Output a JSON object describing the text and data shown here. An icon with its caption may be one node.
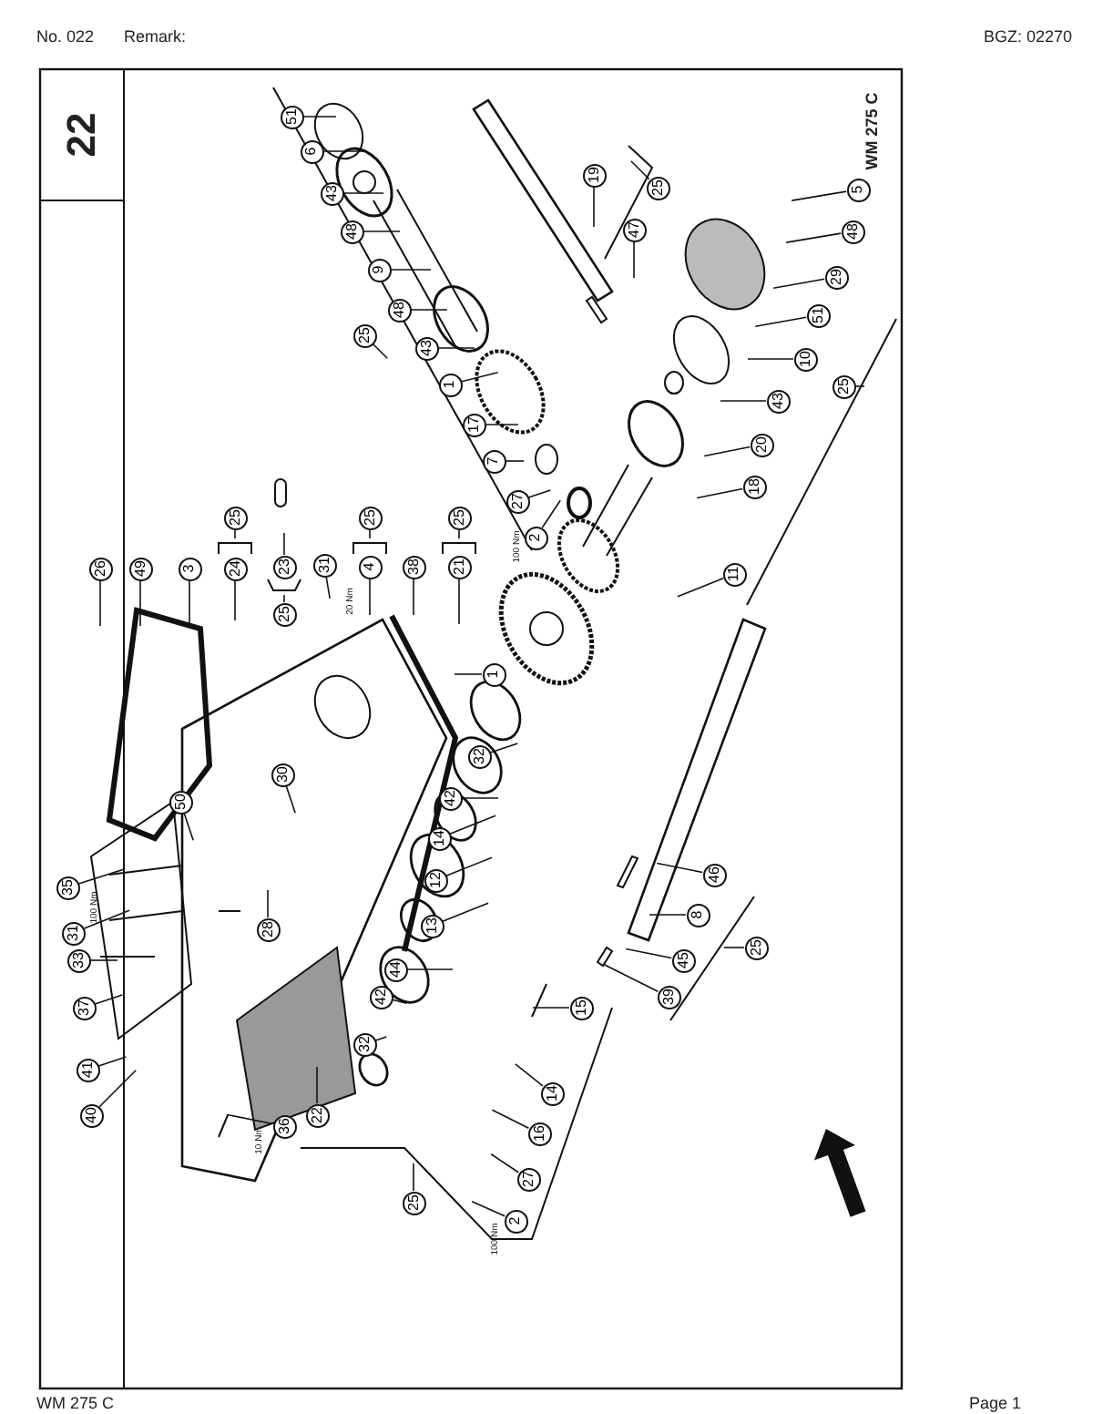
{
  "diagram": {
    "nodes": [
      {
        "text": [
          "51"
        ]
      },
      {
        "text": [
          "6"
        ]
      },
      {
        "text": [
          "43"
        ]
      },
      {
        "text": [
          "48"
        ]
      },
      {
        "text": [
          "9"
        ]
      },
      {
        "text": [
          "48"
        ]
      },
      {
        "text": [
          "25"
        ]
      },
      {
        "text": [
          "43"
        ]
      },
      {
        "text": [
          "1"
        ]
      },
      {
        "text": [
          "17"
        ]
      },
      {
        "text": [
          "7"
        ]
      },
      {
        "text": [
          "27"
        ]
      },
      {
        "text": [
          "2"
        ]
      },
      {
        "text": [
          "19"
        ]
      },
      {
        "text": [
          "25"
        ]
      },
      {
        "text": [
          "47"
        ]
      },
      {
        "text": [
          "5"
        ]
      },
      {
        "text": [
          "48"
        ]
      },
      {
        "text": [
          "29"
        ]
      },
      {
        "text": [
          "51"
        ]
      },
      {
        "text": [
          "10"
        ]
      },
      {
        "text": [
          "25"
        ]
      },
      {
        "text": [
          "43"
        ]
      },
      {
        "text": [
          "20"
        ]
      },
      {
        "text": [
          "18"
        ]
      },
      {
        "text": [
          "11"
        ]
      },
      {
        "text": [
          "26"
        ]
      },
      {
        "text": [
          "49"
        ]
      },
      {
        "text": [
          "3"
        ]
      },
      {
        "text": [
          "24"
        ]
      },
      {
        "text": [
          "25"
        ]
      },
      {
        "text": [
          "23"
        ]
      },
      {
        "text": [
          "25"
        ]
      },
      {
        "text": [
          "31"
        ]
      },
      {
        "text": [
          "25"
        ]
      },
      {
        "text": [
          "4"
        ]
      },
      {
        "text": [
          "38"
        ]
      },
      {
        "text": [
          "25"
        ]
      },
      {
        "text": [
          "21"
        ]
      },
      {
        "text": [
          "1"
        ]
      },
      {
        "text": [
          "32"
        ]
      },
      {
        "text": [
          "42"
        ]
      },
      {
        "text": [
          "14"
        ]
      },
      {
        "text": [
          "12"
        ]
      },
      {
        "text": [
          "13"
        ]
      },
      {
        "text": [
          "44"
        ]
      },
      {
        "text": [
          "42"
        ]
      },
      {
        "text": [
          "32"
        ]
      },
      {
        "text": [
          "22"
        ]
      },
      {
        "text": [
          "36"
        ]
      },
      {
        "text": [
          "30"
        ]
      },
      {
        "text": [
          "50"
        ]
      },
      {
        "text": [
          "35"
        ]
      },
      {
        "text": [
          "31"
        ]
      },
      {
        "text": [
          "28"
        ]
      },
      {
        "text": [
          "33"
        ]
      },
      {
        "text": [
          "37"
        ]
      },
      {
        "text": [
          "41"
        ]
      },
      {
        "text": [
          "40"
        ]
      },
      {
        "text": [
          "46"
        ]
      },
      {
        "text": [
          "8"
        ]
      },
      {
        "text": [
          "25"
        ]
      },
      {
        "text": [
          "45"
        ]
      },
      {
        "text": [
          "39"
        ]
      },
      {
        "text": [
          "15"
        ]
      },
      {
        "text": [
          "14"
        ]
      },
      {
        "text": [
          "16"
        ]
      },
      {
        "text": [
          "27"
        ]
      },
      {
        "text": [
          "2"
        ]
      },
      {
        "text": [
          "25"
        ]
      }
    ],
    "edges": [
      {
        "from": 0,
        "to": null,
        "arrow": "none"
      },
      {
        "from": 1,
        "to": null,
        "arrow": "none"
      },
      {
        "from": 2,
        "to": null,
        "arrow": "none"
      },
      {
        "from": 3,
        "to": null,
        "arrow": "none"
      },
      {
        "from": 4,
        "to": null,
        "arrow": "none"
      },
      {
        "from": 5,
        "to": null,
        "arrow": "none"
      },
      {
        "from": 6,
        "to": null,
        "arrow": "none"
      },
      {
        "from": 7,
        "to": null,
        "arrow": "none"
      },
      {
        "from": 8,
        "to": null,
        "arrow": "none"
      },
      {
        "from": 9,
        "to": null,
        "arrow": "none"
      },
      {
        "from": 10,
        "to": null,
        "arrow": "none"
      },
      {
        "from": 11,
        "to": null,
        "arrow": "none"
      },
      {
        "from": 12,
        "to": null,
        "arrow": "none"
      },
      {
        "from": 13,
        "to": null,
        "arrow": "none"
      },
      {
        "from": 14,
        "to": null,
        "arrow": "none"
      },
      {
        "from": 15,
        "to": null,
        "arrow": "none"
      },
      {
        "from": 16,
        "to": null,
        "arrow": "none"
      },
      {
        "from": 17,
        "to": null,
        "arrow": "none"
      },
      {
        "from": 18,
        "to": null,
        "arrow": "none"
      },
      {
        "from": 19,
        "to": null,
        "arrow": "none"
      },
      {
        "from": 20,
        "to": null,
        "arrow": "none"
      },
      {
        "from": 21,
        "to": null,
        "arrow": "none"
      },
      {
        "from": 22,
        "to": null,
        "arrow": "none"
      },
      {
        "from": 23,
        "to": null,
        "arrow": "none"
      },
      {
        "from": 24,
        "to": null,
        "arrow": "none"
      },
      {
        "from": 25,
        "to": null,
        "arrow": "none"
      },
      {
        "from": 26,
        "to": null,
        "arrow": "none"
      },
      {
        "from": 27,
        "to": null,
        "arrow": "none"
      },
      {
        "from": 28,
        "to": null,
        "arrow": "none"
      },
      {
        "from": 29,
        "to": null,
        "arrow": "none"
      },
      {
        "from": 30,
        "to": null,
        "arrow": "none"
      },
      {
        "from": 31,
        "to": null,
        "arrow": "none"
      },
      {
        "from": 32,
        "to": null,
        "arrow": "none"
      },
      {
        "from": 33,
        "to": null,
        "arrow": "none"
      },
      {
        "from": 34,
        "to": null,
        "arrow": "none"
      },
      {
        "from": 35,
        "to": null,
        "arrow": "none"
      },
      {
        "from": 36,
        "to": null,
        "arrow": "none"
      },
      {
        "from": 37,
        "to": null,
        "arrow": "none"
      },
      {
        "from": 38,
        "to": null,
        "arrow": "none"
      },
      {
        "from": 39,
        "to": null,
        "arrow": "none"
      },
      {
        "from": 40,
        "to": null,
        "arrow": "none"
      },
      {
        "from": 41,
        "to": null,
        "arrow": "none"
      },
      {
        "from": 42,
        "to": null,
        "arrow": "none"
      },
      {
        "from": 43,
        "to": null,
        "arrow": "none"
      },
      {
        "from": 44,
        "to": null,
        "arrow": "none"
      },
      {
        "from": 45,
        "to": null,
        "arrow": "none"
      },
      {
        "from": 46,
        "to": null,
        "arrow": "none"
      },
      {
        "from": 47,
        "to": null,
        "arrow": "none"
      },
      {
        "from": 48,
        "to": null,
        "arrow": "none"
      },
      {
        "from": 49,
        "to": null,
        "arrow": "none"
      },
      {
        "from": 50,
        "to": null,
        "arrow": "none"
      },
      {
        "from": 51,
        "to": null,
        "arrow": "none"
      },
      {
        "from": 52,
        "to": null,
        "arrow": "none"
      },
      {
        "from": 53,
        "to": null,
        "arrow": "none"
      },
      {
        "from": 54,
        "to": null,
        "arrow": "none"
      },
      {
        "from": 55,
        "to": null,
        "arrow": "none"
      },
      {
        "from": 56,
        "to": null,
        "arrow": "none"
      },
      {
        "from": 57,
        "to": null,
        "arrow": "none"
      },
      {
        "from": 58,
        "to": null,
        "arrow": "none"
      },
      {
        "from": 59,
        "to": null,
        "arrow": "none"
      },
      {
        "from": 60,
        "to": null,
        "arrow": "none"
      },
      {
        "from": 61,
        "to": null,
        "arrow": "none"
      },
      {
        "from": 62,
        "to": null,
        "arrow": "none"
      },
      {
        "from": 63,
        "to": null,
        "arrow": "none"
      },
      {
        "from": 64,
        "to": null,
        "arrow": "none"
      },
      {
        "from": 65,
        "to": null,
        "arrow": "none"
      },
      {
        "from": 66,
        "to": null,
        "arrow": "none"
      },
      {
        "from": 67,
        "to": null,
        "arrow": "none"
      },
      {
        "from": 68,
        "to": null,
        "arrow": "none"
      },
      {
        "from": 69,
        "to": null,
        "arrow": "none"
      }
    ],
    "labels": [
      "No. 022",
      "Remark:",
      "BGZ: 02270",
      "22",
      "WM 275 C",
      "20 Nm",
      "100 Nm",
      "100 Nm",
      "10 Nm",
      "100 Nm",
      "WM 275 C",
      "Page 1"
    ]
  }
}
